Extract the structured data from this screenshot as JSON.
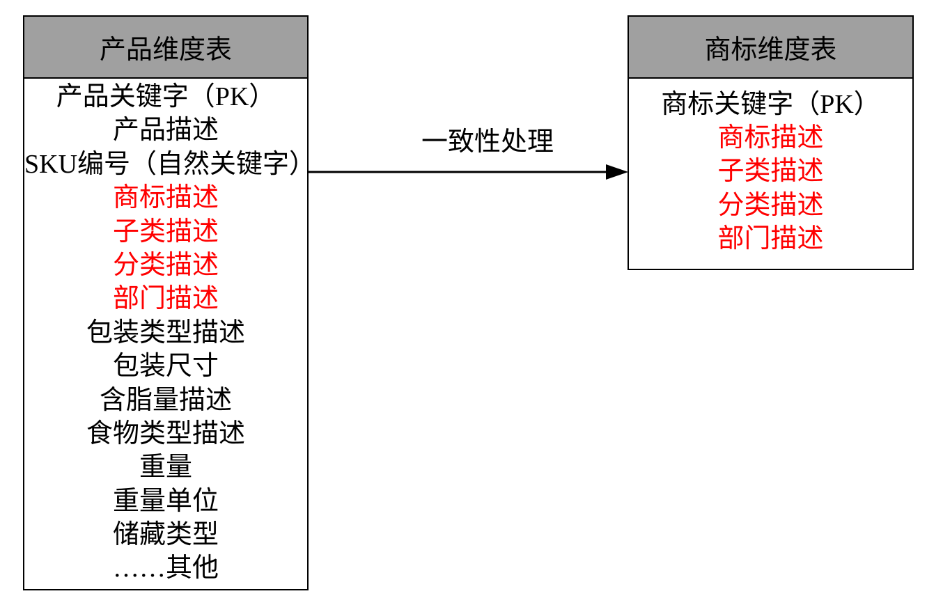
{
  "colors": {
    "header_bg": "#a0a0a0",
    "highlight": "#ff0000",
    "line": "#000000",
    "background": "#ffffff"
  },
  "product_table": {
    "title": "产品维度表",
    "rows": [
      {
        "text": "产品关键字（PK）",
        "red": false
      },
      {
        "text": "产品描述",
        "red": false
      },
      {
        "text": "SKU编号（自然关键字）",
        "red": false
      },
      {
        "text": "商标描述",
        "red": true
      },
      {
        "text": "子类描述",
        "red": true
      },
      {
        "text": "分类描述",
        "red": true
      },
      {
        "text": "部门描述",
        "red": true
      },
      {
        "text": "包装类型描述",
        "red": false
      },
      {
        "text": "包装尺寸",
        "red": false
      },
      {
        "text": "含脂量描述",
        "red": false
      },
      {
        "text": "食物类型描述",
        "red": false
      },
      {
        "text": "重量",
        "red": false
      },
      {
        "text": "重量单位",
        "red": false
      },
      {
        "text": "储藏类型",
        "red": false
      },
      {
        "text": "……其他",
        "red": false
      }
    ]
  },
  "brand_table": {
    "title": "商标维度表",
    "rows": [
      {
        "text": "商标关键字（PK）",
        "red": false
      },
      {
        "text": "商标描述",
        "red": true
      },
      {
        "text": "子类描述",
        "red": true
      },
      {
        "text": "分类描述",
        "red": true
      },
      {
        "text": "部门描述",
        "red": true
      }
    ]
  },
  "arrow": {
    "label": "一致性处理"
  }
}
